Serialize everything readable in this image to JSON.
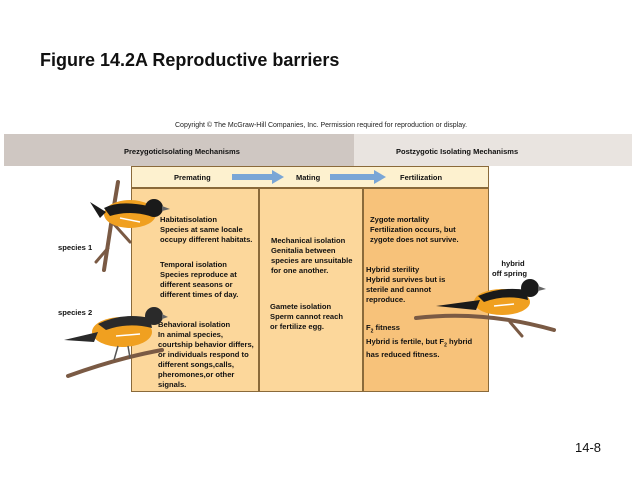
{
  "title": "Figure 14.2A Reproductive barriers",
  "copyright": "Copyright © The McGraw-Hill Companies, Inc. Permission required for reproduction or display.",
  "header": {
    "prezygotic": "PrezygoticIsolating Mechanisms",
    "postzygotic": "Postzygotic Isolating Mechanisms"
  },
  "stages": [
    "Premating",
    "Mating",
    "Fertilization"
  ],
  "labels": {
    "species1": "species 1",
    "species2": "species 2",
    "hybrid_1": "hybrid",
    "hybrid_2": "off spring"
  },
  "premating": {
    "habitat": [
      "Habitatisolation",
      "Species at same locale",
      "occupy different habitats."
    ],
    "temporal": [
      "Temporal isolation",
      "Species reproduce at",
      "different seasons or",
      "different times of day."
    ],
    "behavioral": [
      "Behavioral isolation",
      "In animal species,",
      "courtship behavior differs,",
      "or individuals respond to",
      "different songs,calls,",
      "pheromones,or other",
      "signals."
    ]
  },
  "mating": {
    "mechanical": [
      "Mechanical isolation",
      "Genitalia between",
      "species are unsuitable",
      "for one another."
    ],
    "gamete": [
      "Gamete isolation",
      "Sperm cannot reach",
      "or fertilize egg."
    ]
  },
  "fertilization": {
    "zygote": [
      "Zygote mortality",
      "Fertilization occurs, but",
      "zygote does not survive."
    ],
    "sterility": [
      "Hybrid sterility",
      "Hybrid survives but is",
      "sterile and cannot",
      "reproduce."
    ],
    "f2_title": "F",
    "f2_sub": "2",
    "f2_title_rest": " fitness",
    "f2_line1_a": "Hybrid is fertile, but F",
    "f2_line1_sub": "2",
    "f2_line1_b": " hybrid",
    "f2_line2": "has reduced fitness."
  },
  "page_number": "14-8",
  "colors": {
    "panel_light": "#fcd79b",
    "panel_dark": "#f7c27a",
    "arrow": "#7aa6d6",
    "header_left": "#cfc7c2",
    "header_right": "#e9e4e0"
  }
}
